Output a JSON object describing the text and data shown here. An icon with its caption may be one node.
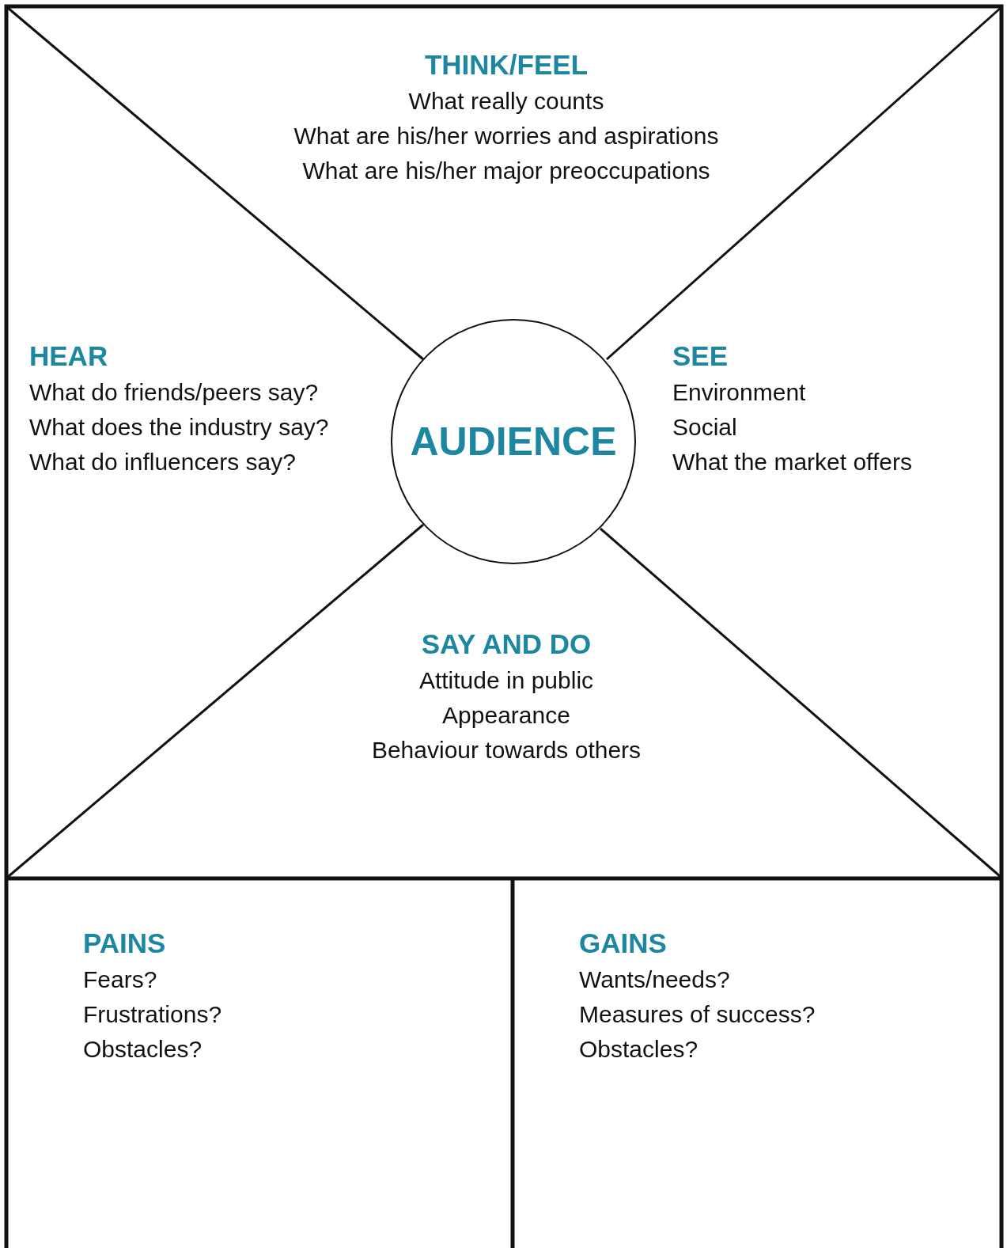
{
  "diagram": {
    "nodes": [
      {
        "text": [
          "THINK/FEEL",
          "What really counts",
          "What are his/her worries and aspirations",
          "What are his/her major preoccupations"
        ]
      },
      {
        "text": [
          "HEAR",
          "What do friends/peers say?",
          "What does the industry say?",
          "What do influencers say?"
        ]
      },
      {
        "text": [
          "AUDIENCE"
        ]
      },
      {
        "text": [
          "SEE",
          "Environment",
          "Social",
          "What the market offers"
        ]
      },
      {
        "text": [
          "SAY AND DO",
          "Attitude in public",
          "Appearance",
          "Behaviour towards others"
        ]
      },
      {
        "text": [
          "PAINS",
          "Fears?",
          "Frustrations?",
          "Obstacles?"
        ]
      },
      {
        "text": [
          "GAINS",
          "Wants/needs?",
          "Measures of success?",
          "Obstacles?"
        ]
      }
    ]
  }
}
